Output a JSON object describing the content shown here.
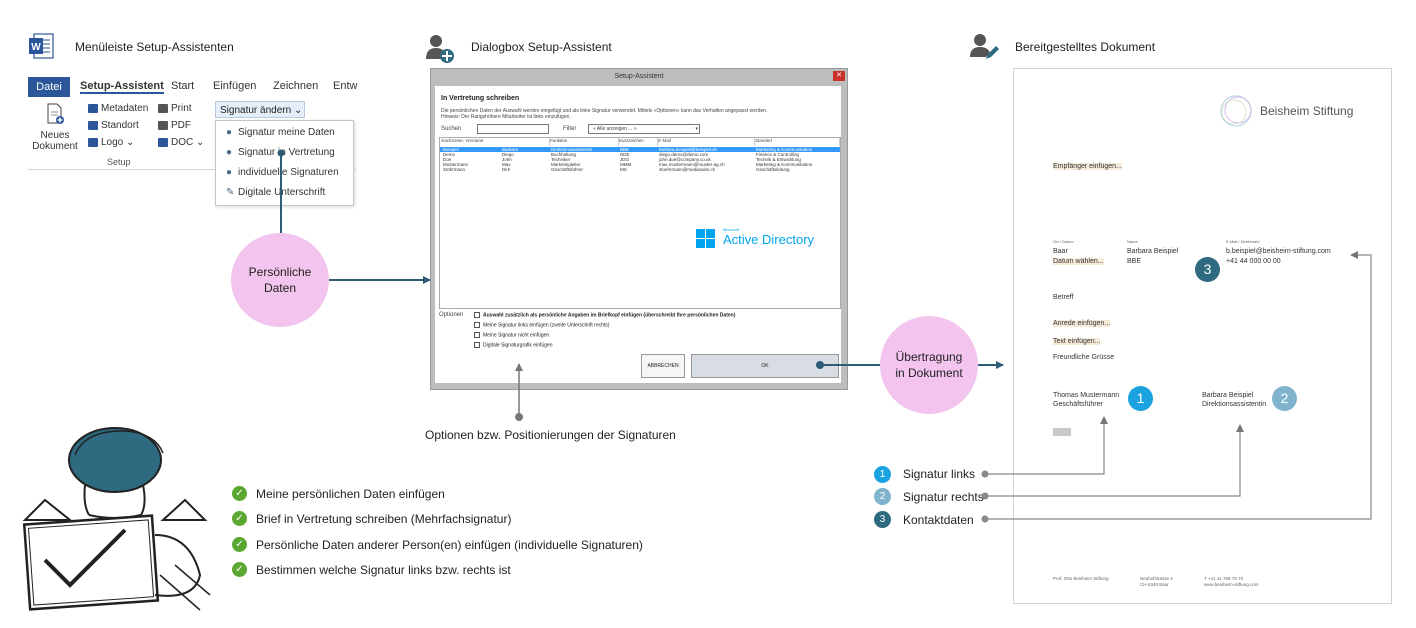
{
  "headers": {
    "ribbon_title": "Menüleiste Setup-Assistenten",
    "dialog_title": "Dialogbox Setup-Assistent",
    "doc_title": "Bereitgestelltes Dokument"
  },
  "ribbon": {
    "tabs": [
      "Datei",
      "Setup-Assistent",
      "Start",
      "Einfügen",
      "Zeichnen",
      "Entw"
    ],
    "new_doc_line1": "Neues",
    "new_doc_line2": "Dokument",
    "metadaten": "Metadaten",
    "standort": "Standort",
    "logo": "Logo ⌄",
    "print": "Print",
    "pdf": "PDF",
    "doc": "DOC ⌄",
    "group": "Setup",
    "dropdown_label": "Signatur ändern ⌄",
    "menu": [
      "Signatur meine Daten",
      "Signatur in Vertretung",
      "individuelle Signaturen",
      "Digitale Unterschrift"
    ]
  },
  "bubbles": {
    "personal_line1": "Persönliche",
    "personal_line2": "Daten",
    "transfer_line1": "Übertragung",
    "transfer_line2": "in Dokument"
  },
  "dialog": {
    "window_title": "Setup-Assistent",
    "close": "✕",
    "heading": "In Vertretung schreiben",
    "intro1": "Die persönlichen Daten der Auswahl werden eingefügt und als linke Signatur verwendet. Mittels «Optionen» kann das Verhalten angepasst werden.",
    "intro2": "Hinweis: Der Rangshöhere Mitarbeiter ist links einzufügen.",
    "search_label": "Suchen",
    "filter_label": "Filter",
    "filter_value": "« Alle anzeigen ... »",
    "columns": [
      "Nachname, Vorname",
      "Funktion",
      "Kurzzeichen",
      "E-Mail",
      "Standort"
    ],
    "rows": [
      [
        "Beispiel",
        "Barbara",
        "Direktionsassistentin",
        "BBE",
        "barbara.beispiel@beispiel.ch",
        "Marketing & Kommunikation"
      ],
      [
        "Demo",
        "Diego",
        "Buchhaltung",
        "DDE",
        "diego.demo@demo.com",
        "Finance & Controlling"
      ],
      [
        "Doe",
        "John",
        "Techniker",
        "JDO",
        "john.doe@company.co.uk",
        "Technik & Entwicklung"
      ],
      [
        "Mustermann",
        "Max",
        "Marketingleiter",
        "MMM",
        "max.mustermann@muster-ag.ch",
        "Marketing & Kommunikation"
      ],
      [
        "Stöhrmann",
        "Dirk",
        "Geschäftsführer",
        "MS",
        "stoehrmann@mediasuite.ch",
        "Geschäftsleitung"
      ]
    ],
    "ad_small": "Microsoft",
    "ad_text": "Active Directory",
    "options_label": "Optionen",
    "options": [
      "Auswahl zusätzlich  als persönliche Angaben im Briefkopf einfügen (überschreibt Ihre persönlichen Daten)",
      "Meine Signatur links einfügen (zweite Unterschrift rechts)",
      "Meine Signatur nicht einfügen",
      "Digitale Signaturgrafik einfügen"
    ],
    "cancel": "ABBRECHEN",
    "ok": "OK"
  },
  "options_caption": "Optionen bzw. Positionierungen der Signaturen",
  "document": {
    "logo_text": "Beisheim Stiftung",
    "recipient": "Empfänger einfügen...",
    "col1_label": "Ort / Datum",
    "col2_label": "Name",
    "col3_label": "E-Mail / Direktwahl",
    "place": "Baar",
    "date": "Datum wählen...",
    "name": "Barbara Beispiel",
    "short": "BBE",
    "email": "b.beispiel@beisheim-stiftung.com",
    "phone": "+41 44 000 00 00",
    "subject": "Betreff",
    "salutation": "Anrede einfügen...",
    "text": "Text einfügen...",
    "closing": "Freundliche Grüsse",
    "sig1_name": "Thomas Mustermann",
    "sig1_role": "Geschäftsführer",
    "sig2_name": "Barbara Beispiel",
    "sig2_role": "Direktionsassistentin",
    "footer1": "Prof. Otto Beisheim Stiftung",
    "footer2a": "Neuhofstrasse 4",
    "footer2b": "CH-6340 Baar",
    "footer3a": "T +41 41 768 76 70",
    "footer3b": "www.beisheim-stiftung.com"
  },
  "numbers": {
    "one": "1",
    "two": "2",
    "three": "3"
  },
  "legend": [
    "Signatur links",
    "Signatur rechts",
    "Kontaktdaten"
  ],
  "checklist": [
    "Meine persönlichen Daten einfügen",
    "Brief in Vertretung schreiben (Mehrfachsignatur)",
    "Persönliche Daten anderer Person(en) einfügen (individuelle Signaturen)",
    "Bestimmen welche Signatur links bzw. rechts ist"
  ],
  "colors": {
    "word_blue": "#2b579a",
    "bubble_pink": "#f2c4ee",
    "connector": "#2e5c77",
    "num1": "#1aa3e0",
    "num2": "#7fb4cc",
    "num3": "#2e6a80",
    "check_green": "#5aa832"
  }
}
